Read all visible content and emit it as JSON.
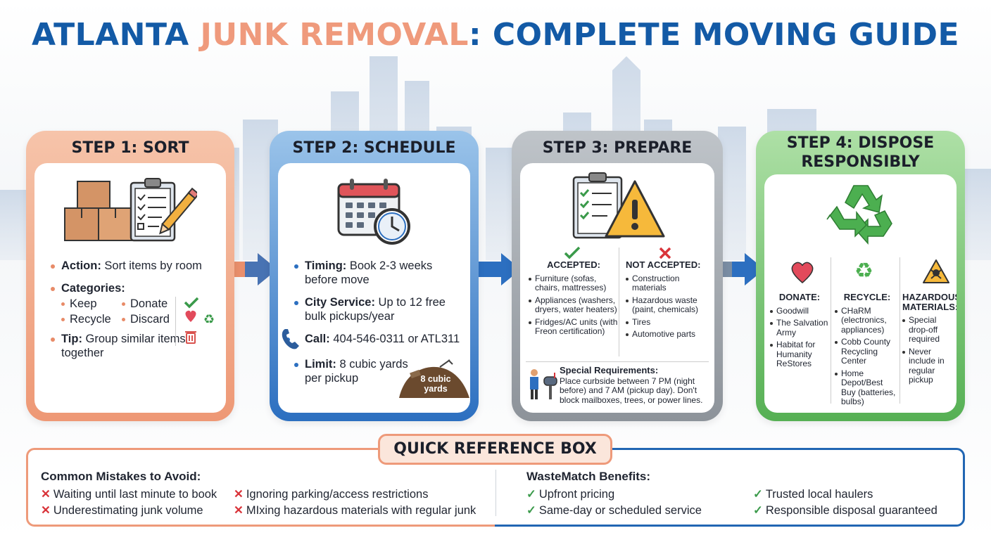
{
  "title": {
    "part1": "ATLANTA ",
    "accent": "JUNK REMOVAL",
    "part2": ": COMPLETE MOVING GUIDE"
  },
  "colors": {
    "title_blue": "#135aa6",
    "accent_salmon": "#ef9a7c",
    "step1": "#ee9875",
    "step2": "#2c6fc0",
    "step3": "#8d939a",
    "step4": "#56b054",
    "cross_red": "#d9343a",
    "check_green": "#3a9a4a"
  },
  "step1": {
    "heading": "STEP 1: SORT",
    "icon": "boxes-clipboard-icon",
    "action_label": "Action:",
    "action_text": " Sort items by room",
    "categories_label": "Categories:",
    "categories": [
      "Keep",
      "Donate",
      "Recycle",
      "Discard"
    ],
    "tip_label": "Tip:",
    "tip_text": " Group similar items together"
  },
  "step2": {
    "heading": "STEP 2: SCHEDULE",
    "icon": "calendar-clock-icon",
    "timing_label": "Timing:",
    "timing_text": " Book 2-3 weeks before move",
    "city_label": "City Service:",
    "city_text": " Up to 12 free bulk pickups/year",
    "call_label": "Call:",
    "call_text": " 404-546-0311 or ATL311",
    "limit_label": "Limit:",
    "limit_text": " 8 cubic yards per pickup",
    "pile_label": "8 cubic yards"
  },
  "step3": {
    "heading": "STEP 3: PREPARE",
    "icon": "clipboard-warning-icon",
    "accepted_label": "ACCEPTED:",
    "accepted": [
      "Furniture (sofas, chairs, mattresses)",
      "Appliances (washers, dryers, water heaters)",
      "Fridges/AC units (with Freon certification)"
    ],
    "not_accepted_label": "NOT ACCEPTED:",
    "not_accepted": [
      "Construction materials",
      "Hazardous waste (paint, chemicals)",
      "Tires",
      "Automotive parts"
    ],
    "special_label": "Special Requirements:",
    "special_text": "Place curbside between 7 PM (night before) and 7 AM (pickup day). Don't block mailboxes, trees, or power lines."
  },
  "step4": {
    "heading": "STEP 4: DISPOSE RESPONSIBLY",
    "icon": "recycle-icon",
    "donate_label": "DONATE:",
    "donate": [
      "Goodwill",
      "The Salvation Army",
      "Habitat for Humanity ReStores"
    ],
    "recycle_label": "RECYCLE:",
    "recycle": [
      "CHaRM (electronics, appliances)",
      "Cobb County Recycling Center",
      "Home Depot/Best Buy (batteries, bulbs)"
    ],
    "hazard_label": "HAZARDOUS MATERIALS:",
    "hazard": [
      "Special drop-off required",
      "Never include in regular pickup"
    ]
  },
  "quick_ref": {
    "title": "QUICK REFERENCE BOX",
    "mistakes_label": "Common Mistakes to Avoid:",
    "mistakes": [
      "Waiting until last minute to book",
      "Underestimating junk volume",
      "Ignoring parking/access restrictions",
      "MIxing hazardous materials with regular junk"
    ],
    "benefits_label": "WasteMatch Benefits:",
    "benefits": [
      "Upfront pricing",
      "Same-day or scheduled service",
      "Trusted local haulers",
      "Responsible disposal guaranteed"
    ]
  }
}
